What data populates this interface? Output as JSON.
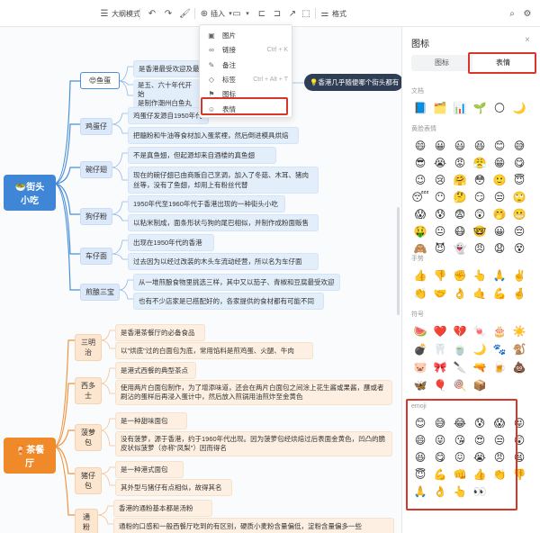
{
  "toolbar": {
    "outline_mode": "大纲模式",
    "insert": "插入",
    "format": "格式"
  },
  "insert_menu": {
    "items": [
      {
        "icon": "image-icon",
        "glyph": "▣",
        "label": "图片",
        "shortcut": ""
      },
      {
        "icon": "link-icon",
        "glyph": "∞",
        "label": "链接",
        "shortcut": "Ctrl + K"
      },
      {
        "icon": "note-icon",
        "glyph": "✎",
        "label": "备注",
        "shortcut": ""
      },
      {
        "icon": "tag-icon",
        "glyph": "◇",
        "label": "标签",
        "shortcut": "Ctrl + Alt + T"
      },
      {
        "icon": "flag-icon",
        "glyph": "⚑",
        "label": "图标",
        "shortcut": ""
      },
      {
        "icon": "smiley-icon",
        "glyph": "☺",
        "label": "表情",
        "shortcut": ""
      }
    ]
  },
  "mindmap": {
    "root_street": "🥗街头小吃",
    "root_cafe": "🍹茶餐厅",
    "callout": "💡香港几乎随便哪个街头都有",
    "street": [
      {
        "label": "😍鱼蛋",
        "items": [
          "是香港最受欢迎及最",
          "是五、六十年代开始",
          "是制作潮州白鱼丸所"
        ]
      },
      {
        "label": "鸡蛋仔",
        "items": [
          "鸡蛋仔发源自1950年代",
          "把髓粉和牛油等食材加入蛋浆裡，然后倒进模具烘焙"
        ]
      },
      {
        "label": "碗仔翅",
        "items": [
          "不是真鱼翅，但起源却来自酒楼的真鱼翅",
          "现在的碗仔翅已由商贩自己烹调，加入了冬菇、木耳、猪肉丝等，没有了鱼翅，却用上有粉丝代替"
        ]
      },
      {
        "label": "狗仔粉",
        "items": [
          "1950年代至1960年代于香港出现的一种街头小吃",
          "以粘米制成，面条形状与狗的尾巴相似，并制作成粉面贩售"
        ]
      },
      {
        "label": "车仔面",
        "items": [
          "出现在1950年代的香港",
          "过去因为以经过改装的木头车流动经营，所以名为车仔面"
        ]
      },
      {
        "label": "煎酿三宝",
        "items": [
          "从一堆煎酿食物里挑选三样，其中又以茄子、青椒和豆腐最受欢迎",
          "也有不少店家是已搭配好的，各家提供的食材都有可能不同"
        ]
      }
    ],
    "cafe": [
      {
        "label": "三明治",
        "items": [
          "是香港茶餐厅的必备食品",
          "以\"烘底\"过的白面包为底，常用馅料是煎鸡蛋、火腿、牛肉"
        ]
      },
      {
        "label": "西多士",
        "items": [
          "是港式西餐的典型茶点",
          "使用两片白面包制作，为了增添味道，还会在两片白面包之间涂上花生酱或果酱，蘸或者刷沾的蛋样后再浸入蛋计中，然后放入煎锅用油煎炸至金黄色"
        ]
      },
      {
        "label": "菠萝包",
        "items": [
          "是一种甜味面包",
          "没有菠萝，源于香港，约于1960年代出现。因为菠萝包经烘焙过后表面金黄色，凹凸的脆皮状似菠萝（亦称\"凤梨\"）因而得名"
        ]
      },
      {
        "label": "猪仔包",
        "items": [
          "是一种港式面包",
          "其外型与猪仔有点相似，故得其名"
        ]
      },
      {
        "label": "通粉",
        "items": [
          "香港的通粉基本都是汤粉",
          "通粉的口感和一般西餐厅吃到的有区别，硬质小麦粉含量偏低，淀粉含量偏多一些"
        ]
      }
    ]
  },
  "panel": {
    "title": "图标",
    "close": "×",
    "tabs": [
      "图标",
      "表情"
    ],
    "active_tab": "表情",
    "sections": {
      "doc": "文档",
      "yellow_faces": "黄脸表情",
      "hands": "手势",
      "symbols": "符号",
      "emoji": "emoji"
    },
    "doc_icons": [
      "📘",
      "🗂️",
      "📊",
      "🌱",
      "🌕",
      "🌙"
    ],
    "yellow_faces": [
      "😄",
      "😀",
      "😃",
      "😆",
      "😊",
      "😅",
      "😎",
      "😭",
      "😡",
      "😤",
      "😁",
      "😋",
      "😉",
      "😢",
      "🤗",
      "😳",
      "🙂",
      "😇",
      "😴",
      "😶",
      "🤔",
      "😏",
      "😒",
      "🙄",
      "😱",
      "😰",
      "😨",
      "😲",
      "🤭",
      "😬",
      "🤑",
      "😐",
      "😷",
      "🤓",
      "😀",
      "😔",
      "🙈",
      "😈",
      "👻",
      "😠",
      "😧",
      "😵"
    ],
    "hands": [
      "👍",
      "👎",
      "✊",
      "👆",
      "🙏",
      "✌️",
      "👏",
      "🤝",
      "👌",
      "🤙",
      "💪",
      "🤞"
    ],
    "symbols": [
      "🍉",
      "❤️",
      "💔",
      "🍬",
      "🎂",
      "☀️",
      "💣",
      "🦷",
      "🍵",
      "🌙",
      "🐾",
      "🐒",
      "🐷",
      "🎀",
      "🔪",
      "🔫",
      "🍺",
      "💩",
      "🦋",
      "🎈",
      "🍭",
      "📦"
    ],
    "emoji": [
      "😊",
      "😅",
      "😂",
      "😰",
      "😱",
      "😝",
      "😄",
      "😜",
      "😘",
      "😍",
      "😒",
      "😲",
      "😆",
      "😋",
      "😖",
      "😭",
      "😠",
      "😫",
      "😇",
      "💪",
      "👊",
      "👍",
      "👏",
      "👎",
      "🙏",
      "👌",
      "👆",
      "👀"
    ]
  }
}
